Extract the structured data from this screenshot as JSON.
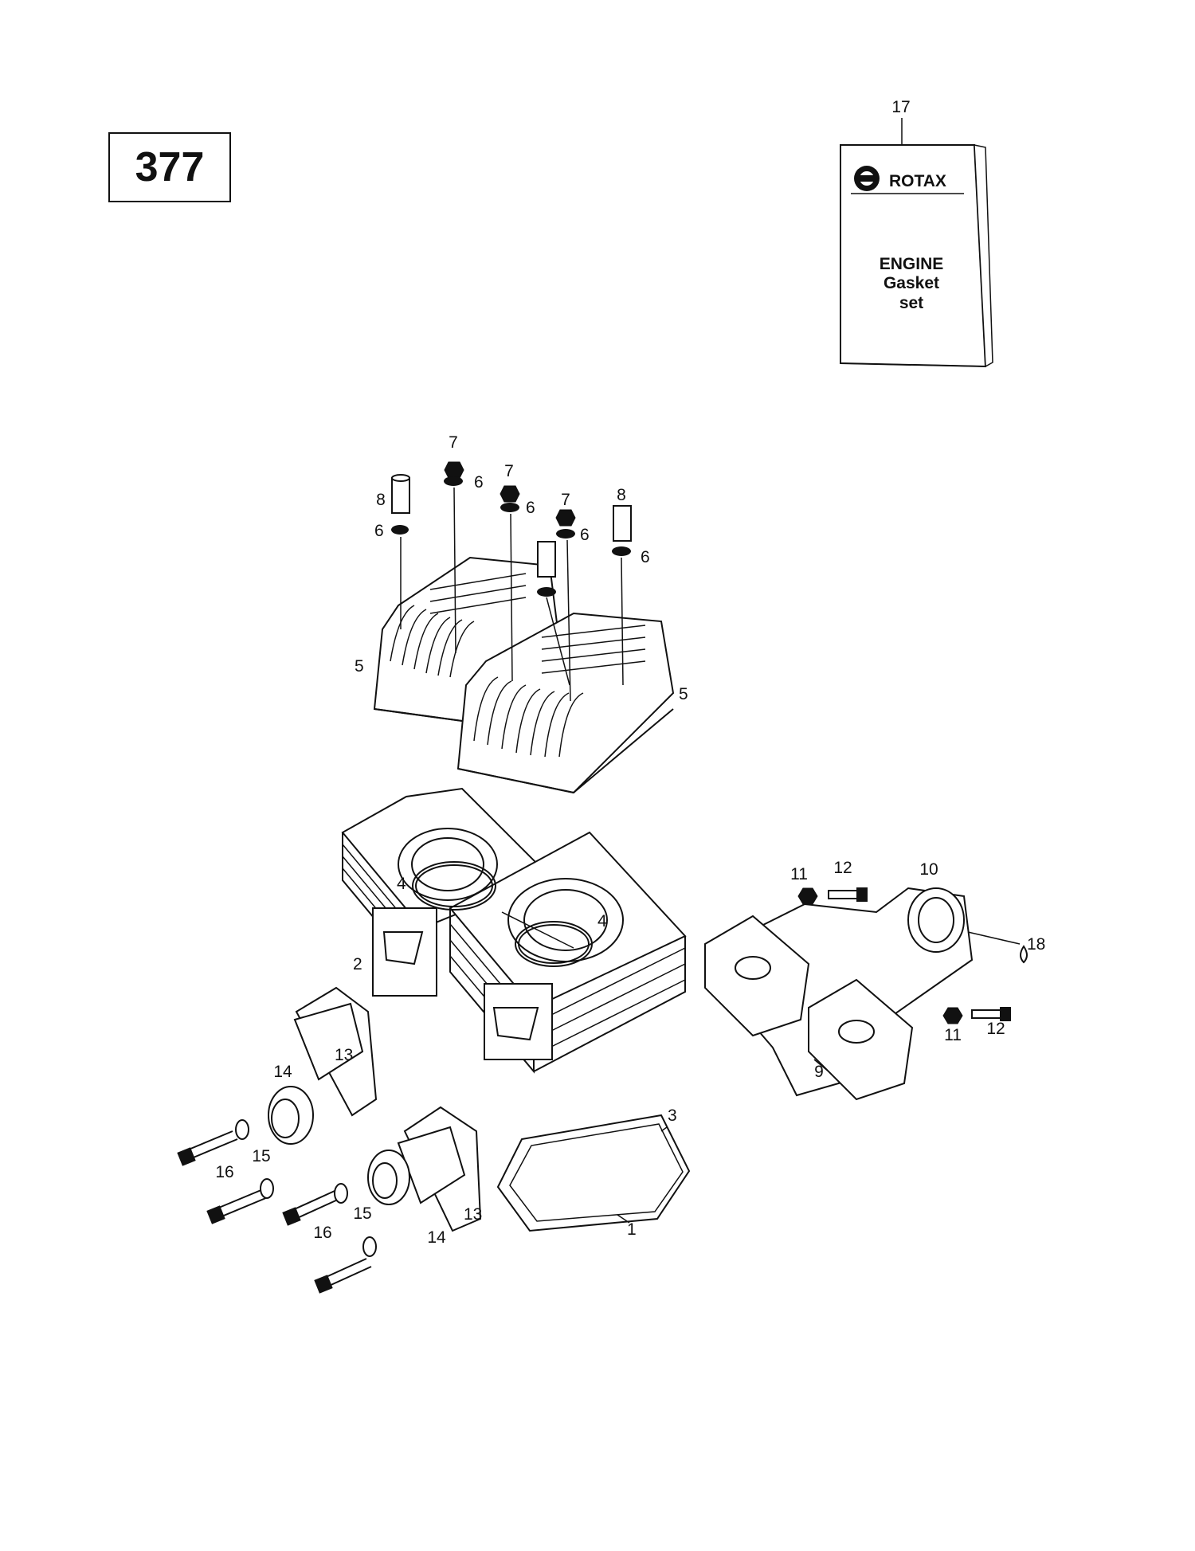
{
  "page_number": "377",
  "kit_box": {
    "brand": "ROTAX",
    "title_line1": "ENGINE",
    "title_line2": "Gasket",
    "title_line3": "set"
  },
  "callouts": {
    "c1": "1",
    "c2": "2",
    "c3": "3",
    "c4a": "4",
    "c4b": "4",
    "c5a": "5",
    "c5b": "5",
    "c6a": "6",
    "c6b": "6",
    "c6c": "6",
    "c6d": "6",
    "c6e": "6",
    "c7a": "7",
    "c7b": "7",
    "c7c": "7",
    "c8a": "8",
    "c8b": "8",
    "c9": "9",
    "c10": "10",
    "c11a": "11",
    "c11b": "11",
    "c12a": "12",
    "c12b": "12",
    "c13a": "13",
    "c13b": "13",
    "c14a": "14",
    "c14b": "14",
    "c15a": "15",
    "c15b": "15",
    "c16a": "16",
    "c16b": "16",
    "c17": "17",
    "c18": "18"
  }
}
